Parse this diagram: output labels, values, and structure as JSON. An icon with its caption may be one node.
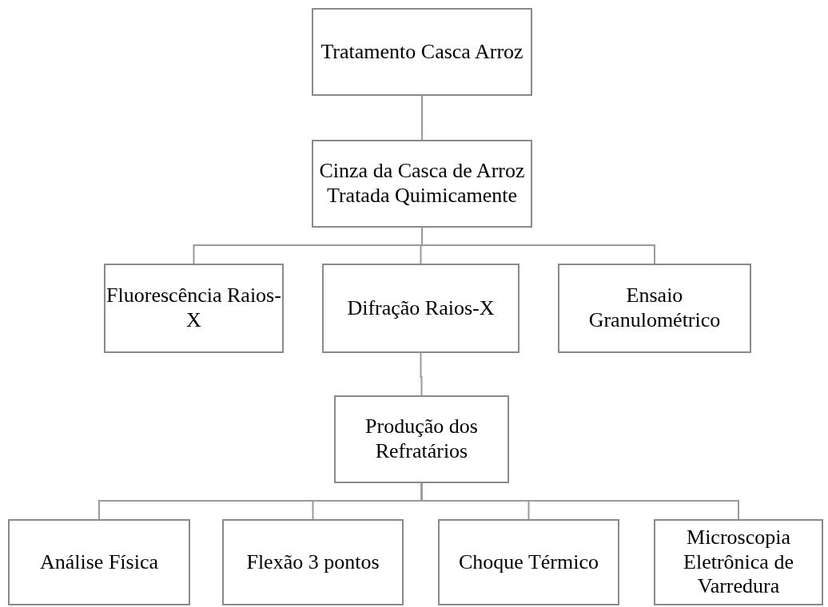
{
  "diagram": {
    "nodes": [
      {
        "text": [
          "Tratamento Casca Arroz"
        ]
      },
      {
        "text": [
          "Cinza da Casca de Arroz Tratada Quimicamente"
        ]
      },
      {
        "text": [
          "Fluorescência Raios-X"
        ]
      },
      {
        "text": [
          "Difração Raios-X"
        ]
      },
      {
        "text": [
          "Ensaio Granulométrico"
        ]
      },
      {
        "text": [
          "Produção dos Refratários"
        ]
      },
      {
        "text": [
          "Análise Física"
        ]
      },
      {
        "text": [
          "Flexão 3 pontos"
        ]
      },
      {
        "text": [
          "Choque Térmico"
        ]
      },
      {
        "text": [
          "Microscopia Eletrônica de Varredura"
        ]
      }
    ],
    "edges": [
      {
        "from": 0,
        "to": 1,
        "arrow": "none"
      },
      {
        "from": 1,
        "to": 2,
        "arrow": "none"
      },
      {
        "from": 1,
        "to": 3,
        "arrow": "none"
      },
      {
        "from": 1,
        "to": 4,
        "arrow": "none"
      },
      {
        "from": 3,
        "to": 5,
        "arrow": "none"
      },
      {
        "from": 5,
        "to": 6,
        "arrow": "none"
      },
      {
        "from": 5,
        "to": 7,
        "arrow": "none"
      },
      {
        "from": 5,
        "to": 8,
        "arrow": "none"
      },
      {
        "from": 5,
        "to": 9,
        "arrow": "none"
      }
    ]
  }
}
